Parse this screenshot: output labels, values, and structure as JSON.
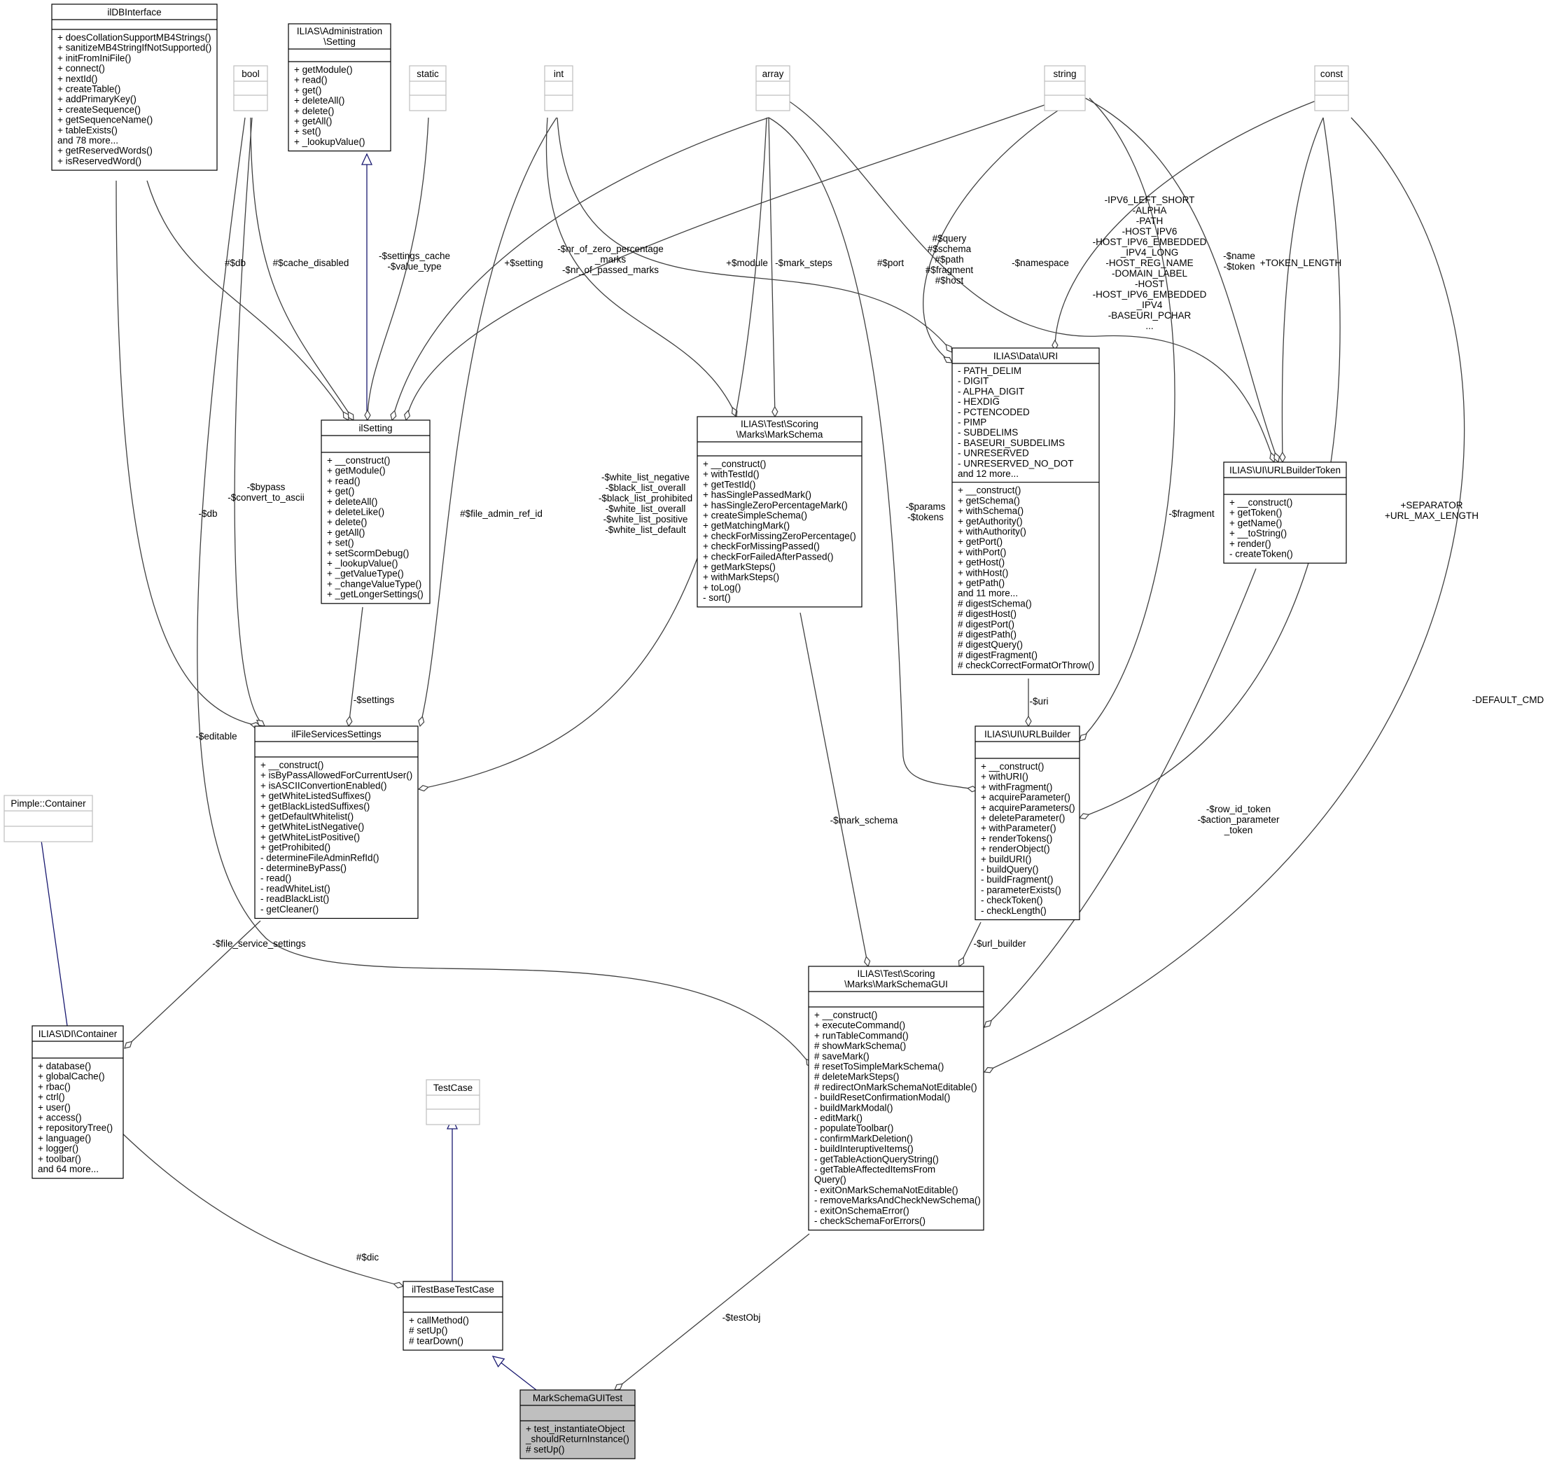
{
  "colors": {
    "box_border": "#000000",
    "box_border_builtin": "#bfbfbf",
    "highlight_fill": "#bfbfbf",
    "edge": "#404040",
    "inheritance": "#191970"
  },
  "classes": [
    {
      "id": "ilDBInterface",
      "title": [
        "ilDBInterface"
      ],
      "members": [
        "+ doesCollationSupportMB4Strings()",
        "+ sanitizeMB4StringIfNotSupported()",
        "+ initFromIniFile()",
        "+ connect()",
        "+ nextId()",
        "+ createTable()",
        "+ addPrimaryKey()",
        "+ createSequence()",
        "+ getSequenceName()",
        "+ tableExists()",
        "and 78 more...",
        "+ getReservedWords()",
        "+ isReservedWord()"
      ]
    },
    {
      "id": "bool",
      "title": [
        "bool"
      ],
      "builtin": true,
      "members": []
    },
    {
      "id": "AdminSetting",
      "title": [
        "ILIAS\\Administration",
        "\\Setting"
      ],
      "members": [
        "+ getModule()",
        "+ read()",
        "+ get()",
        "+ deleteAll()",
        "+ delete()",
        "+ getAll()",
        "+ set()",
        "+ _lookupValue()"
      ]
    },
    {
      "id": "static",
      "title": [
        "static"
      ],
      "builtin": true,
      "members": []
    },
    {
      "id": "int",
      "title": [
        "int"
      ],
      "builtin": true,
      "members": []
    },
    {
      "id": "array",
      "title": [
        "array"
      ],
      "builtin": true,
      "members": []
    },
    {
      "id": "string",
      "title": [
        "string"
      ],
      "builtin": true,
      "members": []
    },
    {
      "id": "const",
      "title": [
        "const"
      ],
      "builtin": true,
      "members": []
    },
    {
      "id": "ilSetting",
      "title": [
        "ilSetting"
      ],
      "members": [
        "+ __construct()",
        "+ getModule()",
        "+ read()",
        "+ get()",
        "+ deleteAll()",
        "+ deleteLike()",
        "+ delete()",
        "+ getAll()",
        "+ set()",
        "+ setScormDebug()",
        "+ _lookupValue()",
        "+ _getValueType()",
        "+ _changeValueType()",
        "+ _getLongerSettings()"
      ]
    },
    {
      "id": "MarkSchema",
      "title": [
        "ILIAS\\Test\\Scoring",
        "\\Marks\\MarkSchema"
      ],
      "members": [
        "+ __construct()",
        "+ withTestId()",
        "+ getTestId()",
        "+ hasSinglePassedMark()",
        "+ hasSingleZeroPercentageMark()",
        "+ createSimpleSchema()",
        "+ getMatchingMark()",
        "+ checkForMissingZeroPercentage()",
        "+ checkForMissingPassed()",
        "+ checkForFailedAfterPassed()",
        "+ getMarkSteps()",
        "+ withMarkSteps()",
        "+ toLog()",
        "- sort()"
      ]
    },
    {
      "id": "URI",
      "title": [
        "ILIAS\\Data\\URI"
      ],
      "attributes": [
        "- PATH_DELIM",
        "- DIGIT",
        "- ALPHA_DIGIT",
        "- HEXDIG",
        "- PCTENCODED",
        "- PIMP",
        "- SUBDELIMS",
        "- BASEURI_SUBDELIMS",
        "- UNRESERVED",
        "- UNRESERVED_NO_DOT",
        "and 12 more..."
      ],
      "members": [
        "+ __construct()",
        "+ getSchema()",
        "+ withSchema()",
        "+ getAuthority()",
        "+ withAuthority()",
        "+ getPort()",
        "+ withPort()",
        "+ getHost()",
        "+ withHost()",
        "+ getPath()",
        "and 11 more...",
        "# digestSchema()",
        "# digestHost()",
        "# digestPort()",
        "# digestPath()",
        "# digestQuery()",
        "# digestFragment()",
        "# checkCorrectFormatOrThrow()"
      ]
    },
    {
      "id": "URLBuilderToken",
      "title": [
        "ILIAS\\UI\\URLBuilderToken"
      ],
      "members": [
        "+ __construct()",
        "+ getToken()",
        "+ getName()",
        "+ __toString()",
        "+ render()",
        "- createToken()"
      ]
    },
    {
      "id": "Pimple",
      "title": [
        "Pimple::Container"
      ],
      "builtin": true,
      "members": []
    },
    {
      "id": "ilFileServicesSettings",
      "title": [
        "ilFileServicesSettings"
      ],
      "members": [
        "+ __construct()",
        "+ isByPassAllowedForCurrentUser()",
        "+ isASCIIConvertionEnabled()",
        "+ getWhiteListedSuffixes()",
        "+ getBlackListedSuffixes()",
        "+ getDefaultWhitelist()",
        "+ getWhiteListNegative()",
        "+ getWhiteListPositive()",
        "+ getProhibited()",
        "- determineFileAdminRefId()",
        "- determineByPass()",
        "- read()",
        "- readWhiteList()",
        "- readBlackList()",
        "- getCleaner()"
      ]
    },
    {
      "id": "URLBuilder",
      "title": [
        "ILIAS\\UI\\URLBuilder"
      ],
      "members": [
        "+ __construct()",
        "+ withURI()",
        "+ withFragment()",
        "+ acquireParameter()",
        "+ acquireParameters()",
        "+ deleteParameter()",
        "+ withParameter()",
        "+ renderTokens()",
        "+ renderObject()",
        "+ buildURI()",
        "- buildQuery()",
        "- buildFragment()",
        "- parameterExists()",
        "- checkToken()",
        "- checkLength()"
      ]
    },
    {
      "id": "DIContainer",
      "title": [
        "ILIAS\\DI\\Container"
      ],
      "members": [
        "+ database()",
        "+ globalCache()",
        "+ rbac()",
        "+ ctrl()",
        "+ user()",
        "+ access()",
        "+ repositoryTree()",
        "+ language()",
        "+ logger()",
        "+ toolbar()",
        "and 64 more..."
      ]
    },
    {
      "id": "TestCase",
      "title": [
        "TestCase"
      ],
      "builtin": true,
      "members": []
    },
    {
      "id": "MarkSchemaGUI",
      "title": [
        "ILIAS\\Test\\Scoring",
        "\\Marks\\MarkSchemaGUI"
      ],
      "members": [
        "+ __construct()",
        "+ executeCommand()",
        "+ runTableCommand()",
        "# showMarkSchema()",
        "# saveMark()",
        "# resetToSimpleMarkSchema()",
        "# deleteMarkSteps()",
        "# redirectOnMarkSchemaNotEditable()",
        "- buildResetConfirmationModal()",
        "- buildMarkModal()",
        "- editMark()",
        "- populateToolbar()",
        "- confirmMarkDeletion()",
        "- buildInteruptiveItems()",
        "- getTableActionQueryString()",
        "- getTableAffectedItemsFrom",
        "Query()",
        "- exitOnMarkSchemaNotEditable()",
        "- removeMarksAndCheckNewSchema()",
        "- exitOnSchemaError()",
        "- checkSchemaForErrors()"
      ]
    },
    {
      "id": "ilTestBaseTestCase",
      "title": [
        "ilTestBaseTestCase"
      ],
      "members": [
        "+ callMethod()",
        "# setUp()",
        "# tearDown()"
      ]
    },
    {
      "id": "MarkSchemaGUITest",
      "title": [
        "MarkSchemaGUITest"
      ],
      "highlight": true,
      "members": [
        "+ test_instantiateObject",
        "_shouldReturnInstance()",
        "# setUp()"
      ]
    }
  ],
  "edge_labels": {
    "db_setting": [
      "#$db"
    ],
    "cache_disabled": [
      "#$cache_disabled"
    ],
    "settings_cache": [
      "-$settings_cache",
      "-$value_type"
    ],
    "setting": [
      "+$setting"
    ],
    "nr_marks": [
      "-$nr_of_zero_percentage",
      "_marks",
      "-$nr_of_passed_marks"
    ],
    "module": [
      "+$module"
    ],
    "mark_steps": [
      "-$mark_steps"
    ],
    "port": [
      "#$port"
    ],
    "uri_strings": [
      "#$query",
      "#$schema",
      "#$path",
      "#$fragment",
      "#$host"
    ],
    "namespace": [
      "-$namespace"
    ],
    "uri_consts": [
      "-IPV6_LEFT_SHORT",
      "-ALPHA",
      "-PATH",
      "-HOST_IPV6",
      "-HOST_IPV6_EMBEDDED",
      "_IPV4_LONG",
      "-HOST_REG_NAME",
      "-DOMAIN_LABEL",
      "-HOST",
      "-HOST_IPV6_EMBEDDED",
      "_IPV4",
      "-BASEURI_PCHAR",
      "..."
    ],
    "name_token": [
      "-$name",
      "-$token"
    ],
    "token_length": [
      "+TOKEN_LENGTH"
    ],
    "db_file": [
      "-$db"
    ],
    "bypass": [
      "-$bypass",
      "-$convert_to_ascii"
    ],
    "file_admin_ref_id": [
      "#$file_admin_ref_id"
    ],
    "white_list": [
      "-$white_list_negative",
      "-$black_list_overall",
      "-$black_list_prohibited",
      "-$white_list_overall",
      "-$white_list_positive",
      "-$white_list_default"
    ],
    "params_tokens": [
      "-$params",
      "-$tokens"
    ],
    "fragment": [
      "-$fragment"
    ],
    "separator": [
      "+SEPARATOR",
      "+URL_MAX_LENGTH"
    ],
    "editable": [
      "-$editable"
    ],
    "settings": [
      "-$settings"
    ],
    "uri": [
      "-$uri"
    ],
    "mark_schema": [
      "-$mark_schema"
    ],
    "row_id_token": [
      "-$row_id_token",
      "-$action_parameter",
      "_token"
    ],
    "default_cmd": [
      "-DEFAULT_CMD"
    ],
    "file_service_settings": [
      "-$file_service_settings"
    ],
    "url_builder": [
      "-$url_builder"
    ],
    "dic": [
      "#$dic"
    ],
    "test_obj": [
      "-$testObj"
    ]
  }
}
